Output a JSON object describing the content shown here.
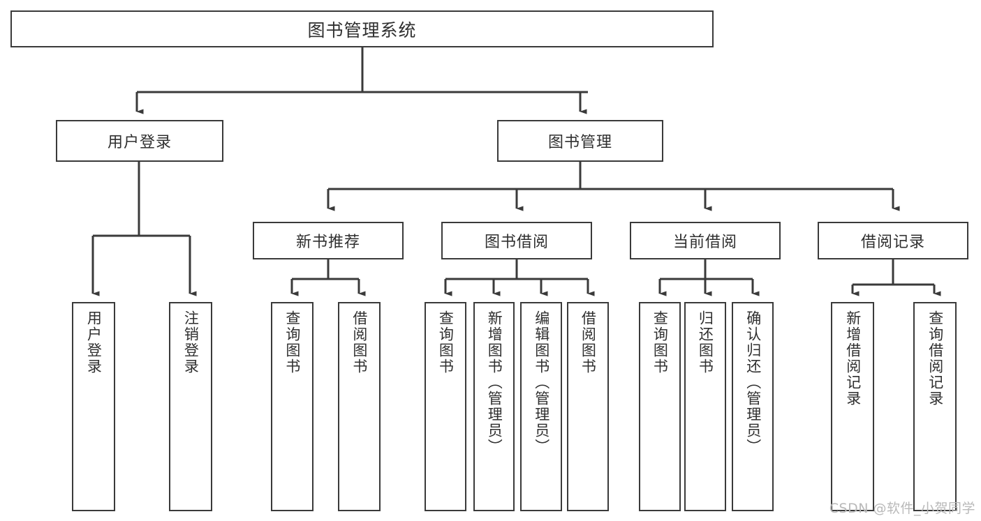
{
  "diagram": {
    "title": "图书管理系统",
    "type": "hierarchy-tree",
    "watermark": "CSDN @软件_小贺同学",
    "colors": {
      "border": "#3a3a3a",
      "text": "#2f2f2f",
      "background": "#ffffff",
      "watermark": "#b9b9b9"
    },
    "root": {
      "label": "图书管理系统"
    },
    "level2": [
      {
        "label": "用户登录"
      },
      {
        "label": "图书管理"
      }
    ],
    "level3": [
      {
        "label": "新书推荐"
      },
      {
        "label": "图书借阅"
      },
      {
        "label": "当前借阅"
      },
      {
        "label": "借阅记录"
      }
    ],
    "leaves": {
      "user_login": [
        {
          "label": "用户登录"
        },
        {
          "label": "注销登录"
        }
      ],
      "new_book_recommend": [
        {
          "label": "查询图书"
        },
        {
          "label": "借阅图书"
        }
      ],
      "book_borrow": [
        {
          "label": "查询图书"
        },
        {
          "label": "新增图书（管理员）"
        },
        {
          "label": "编辑图书（管理员）"
        },
        {
          "label": "借阅图书"
        }
      ],
      "current_borrow": [
        {
          "label": "查询图书"
        },
        {
          "label": "归还图书"
        },
        {
          "label": "确认归还（管理员）"
        }
      ],
      "borrow_record": [
        {
          "label": "新增借阅记录"
        },
        {
          "label": "查询借阅记录"
        }
      ]
    }
  }
}
